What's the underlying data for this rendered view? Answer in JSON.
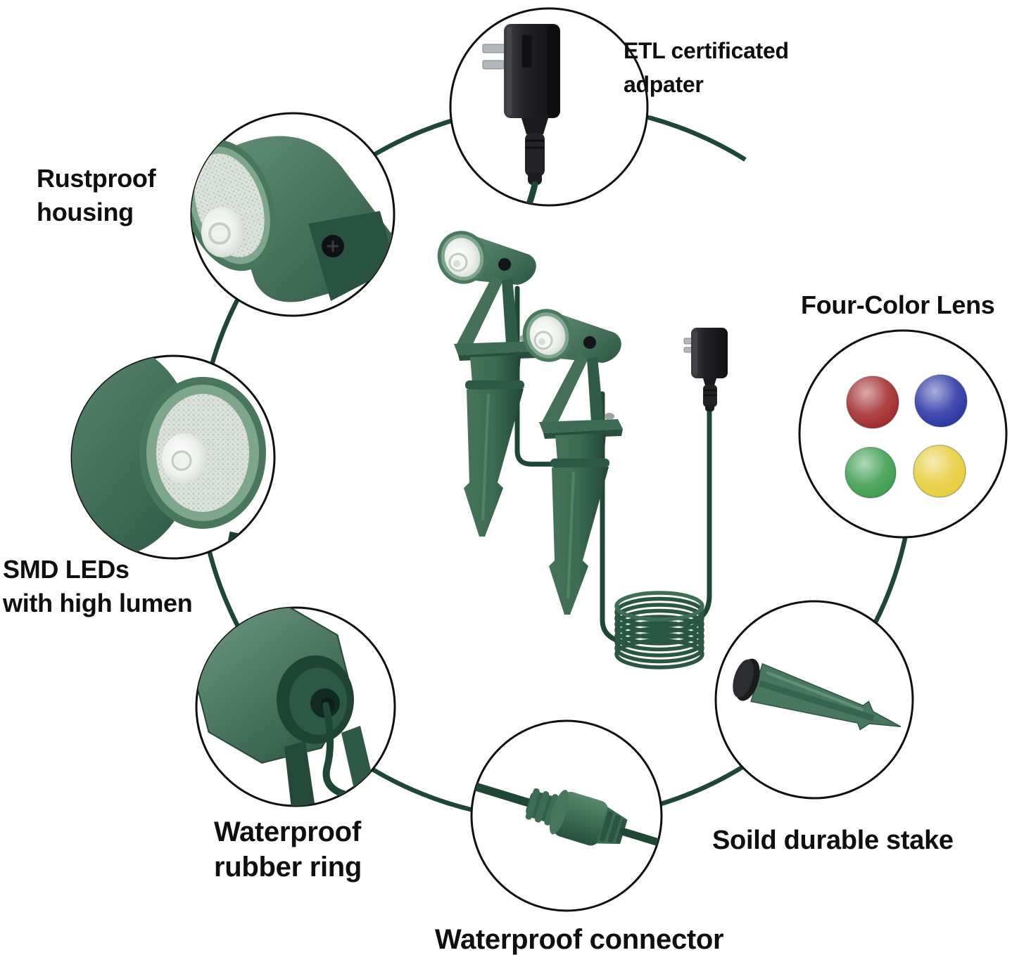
{
  "colors": {
    "background": "#ffffff",
    "text": "#0f0f0f",
    "wire": "#1e4736",
    "housing": "#4a7a60",
    "housing_dark": "#2c5543",
    "adapter_black": "#202023",
    "circle_outline": "#101010"
  },
  "callouts": {
    "adapter": {
      "label": "ETL certificated\nadpater"
    },
    "rustproof": {
      "label": "Rustproof\nhousing"
    },
    "four_color": {
      "label": "Four-Color Lens",
      "lenses": [
        {
          "name": "red",
          "hex": "#a32c2c"
        },
        {
          "name": "blue",
          "hex": "#2b38a6"
        },
        {
          "name": "green",
          "hex": "#3f9e50"
        },
        {
          "name": "yellow",
          "hex": "#e6ce3d"
        }
      ]
    },
    "smd": {
      "label": "SMD LEDs\nwith high lumen"
    },
    "rubber_ring": {
      "label": "Waterproof\nrubber ring"
    },
    "connector": {
      "label": "Waterproof connector"
    },
    "stake": {
      "label": "Soild durable stake"
    }
  }
}
